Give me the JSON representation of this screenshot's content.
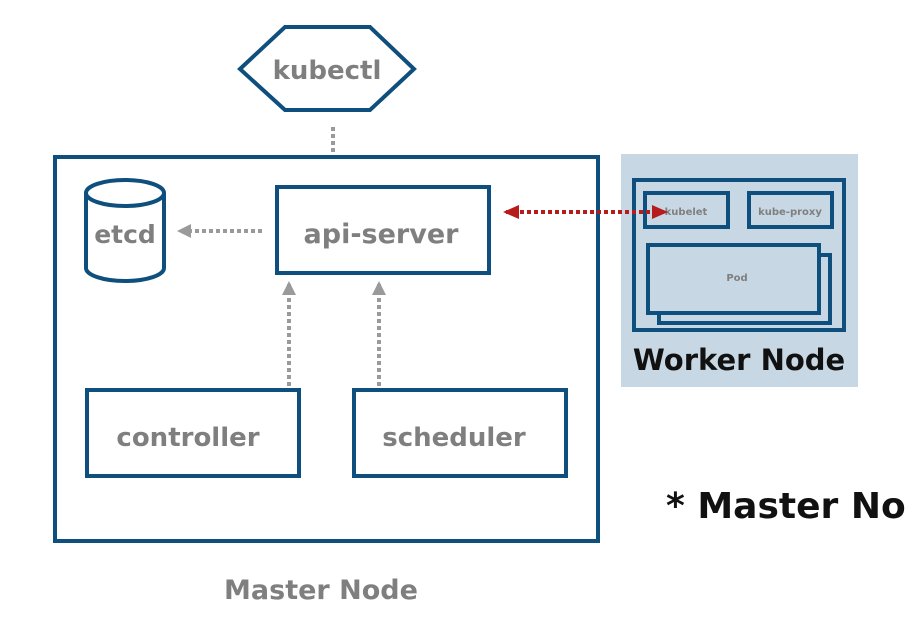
{
  "nodes": {
    "kubectl": "kubectl",
    "etcd": "etcd",
    "api_server": "api-server",
    "controller": "controller",
    "scheduler": "scheduler",
    "kubelet": "kubelet",
    "kube_proxy": "kube-proxy",
    "pod": "Pod"
  },
  "labels": {
    "master_node": "Master Node",
    "worker_node": "Worker Node",
    "caption": "* Master No"
  },
  "colors": {
    "box_stroke": "#0f4f7d",
    "label_gray": "#7f7f7f",
    "worker_bg": "#c7d8e4",
    "arrow_gray": "#9a9a9a",
    "arrow_red": "#b71c1c",
    "text_dark": "#111111"
  }
}
